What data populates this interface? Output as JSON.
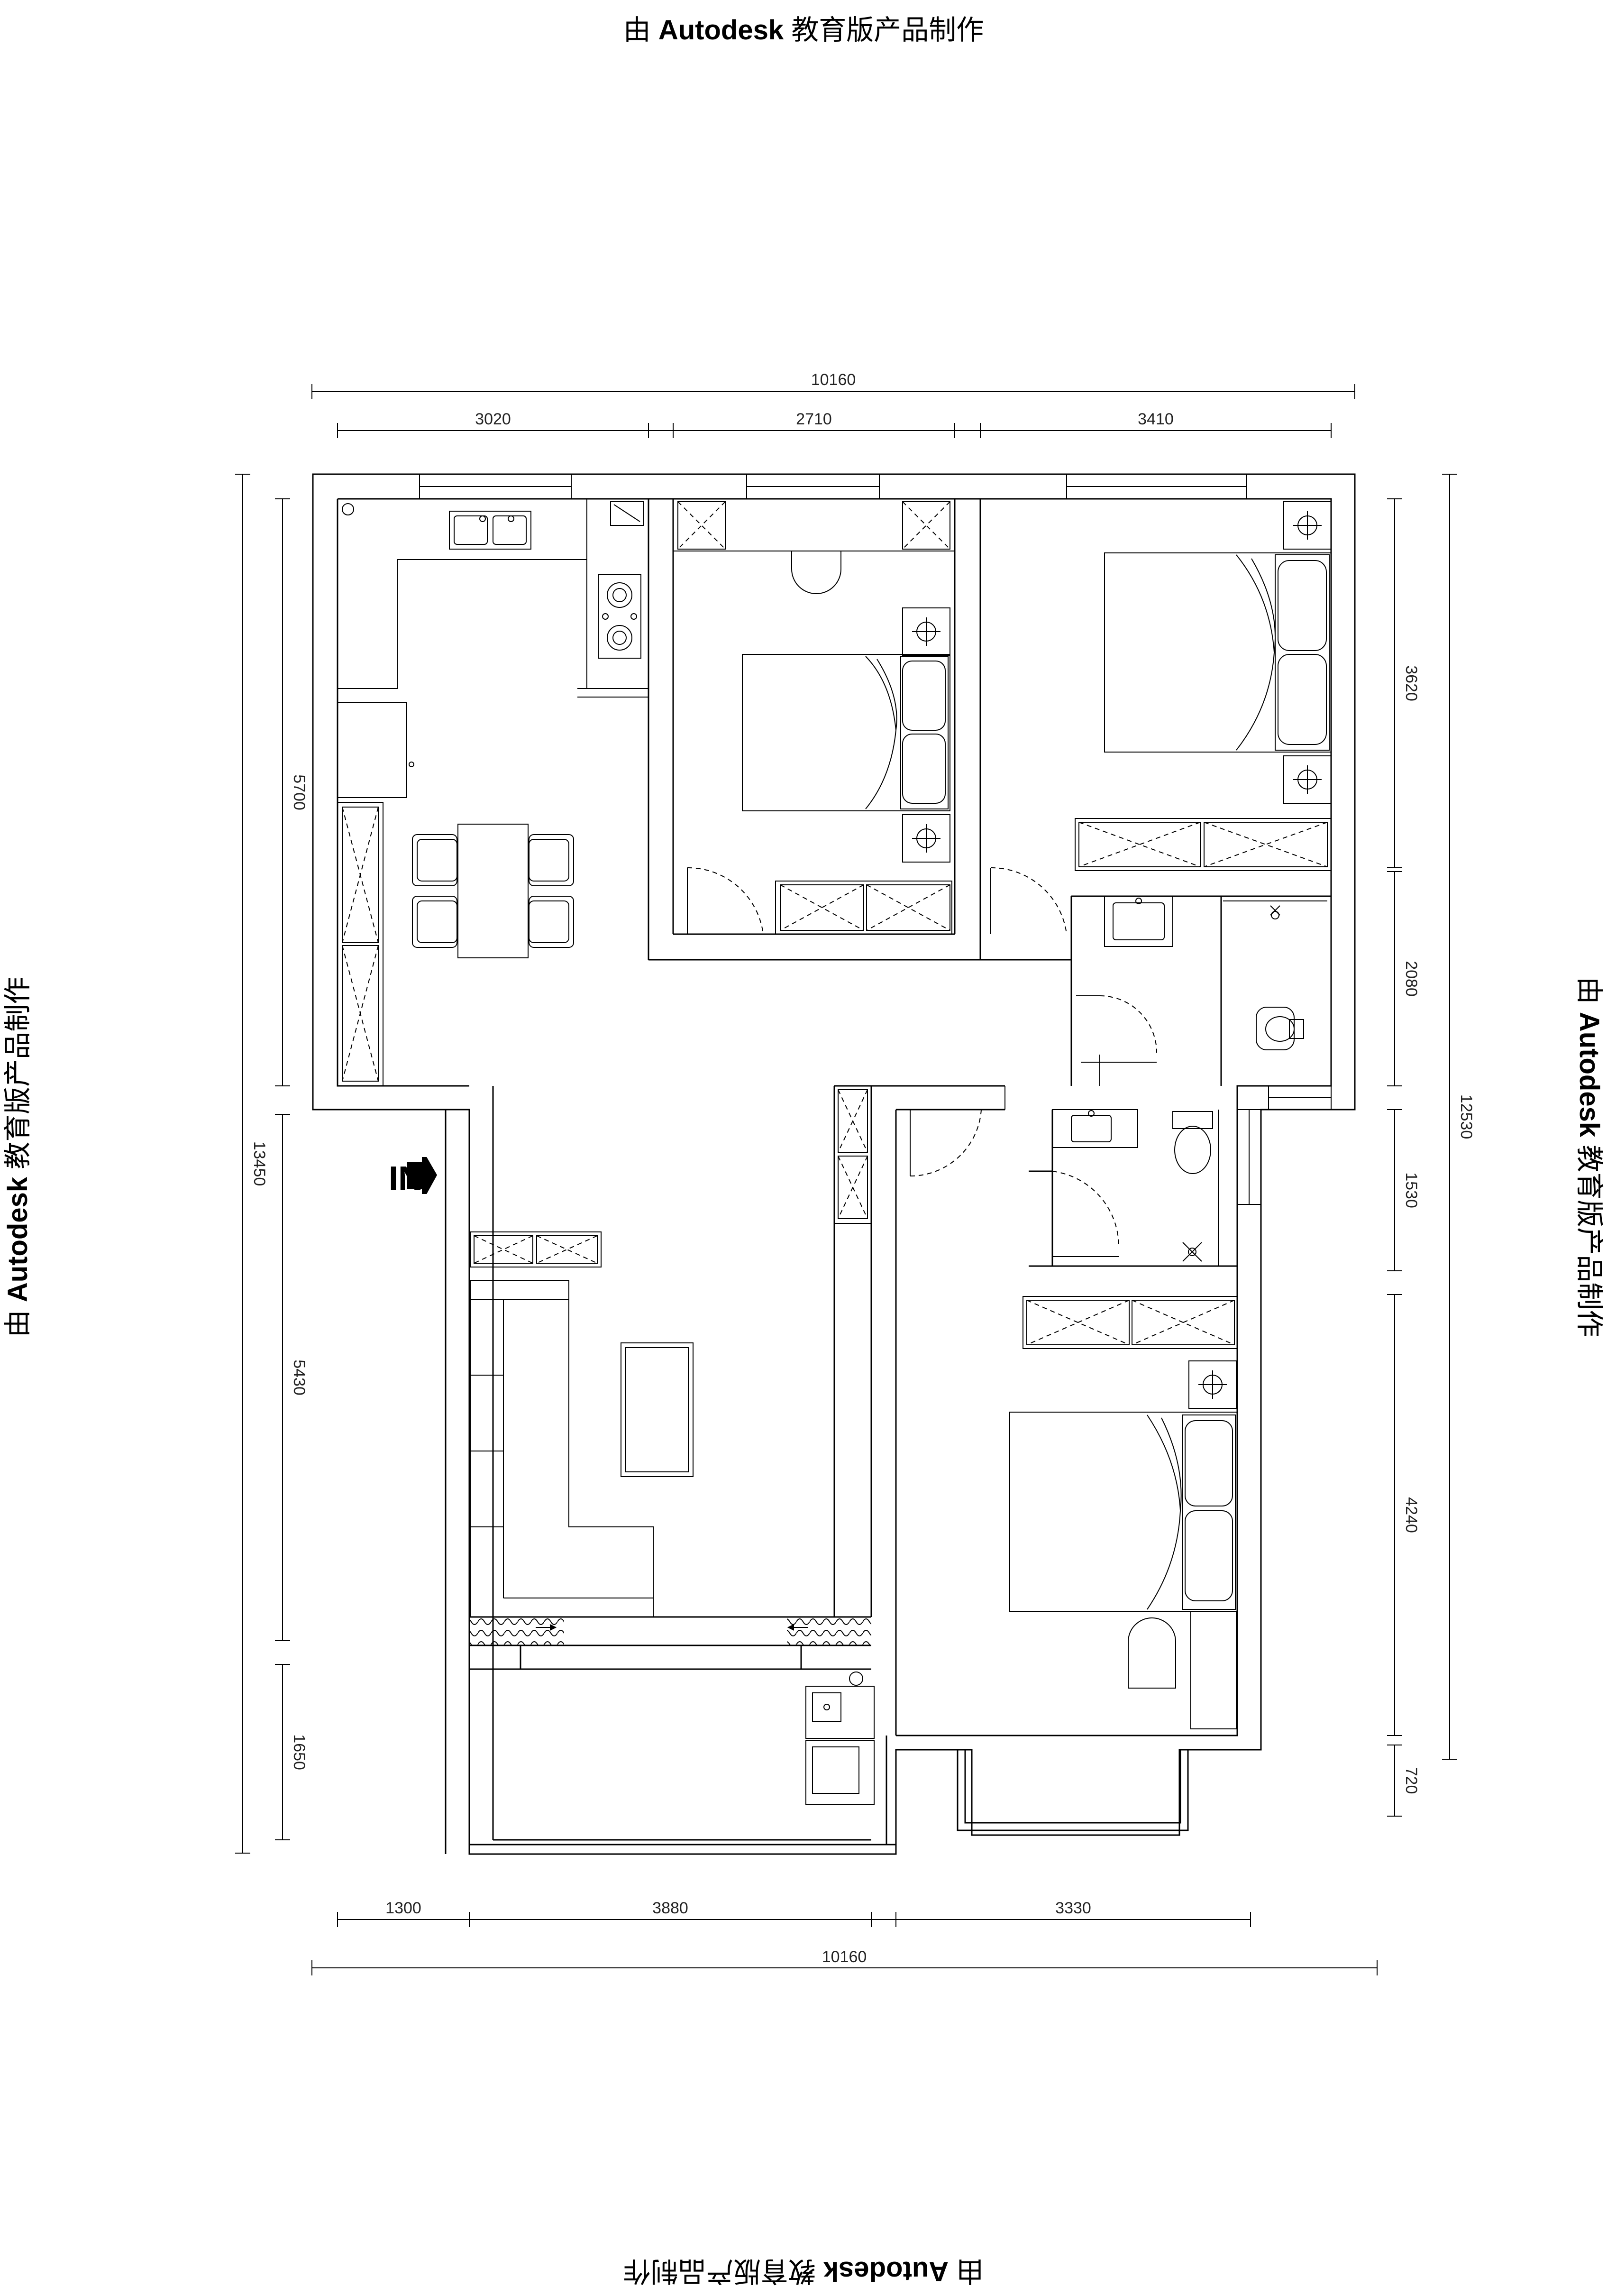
{
  "watermark": {
    "prefix": "由",
    "brand": "Autodesk",
    "suffix": "教育版产品制作"
  },
  "dimensions": {
    "top_total": "10160",
    "top_segments": [
      "3020",
      "2710",
      "3410"
    ],
    "bottom_total": "10160",
    "bottom_segments": [
      "1300",
      "3880",
      "3330"
    ],
    "left_total": "13450",
    "left_segments": [
      "5700",
      "5430",
      "1650"
    ],
    "right_total": "12530",
    "right_segments": [
      "3620",
      "2080",
      "1530",
      "4240",
      "720"
    ]
  },
  "entry_label": "IN"
}
